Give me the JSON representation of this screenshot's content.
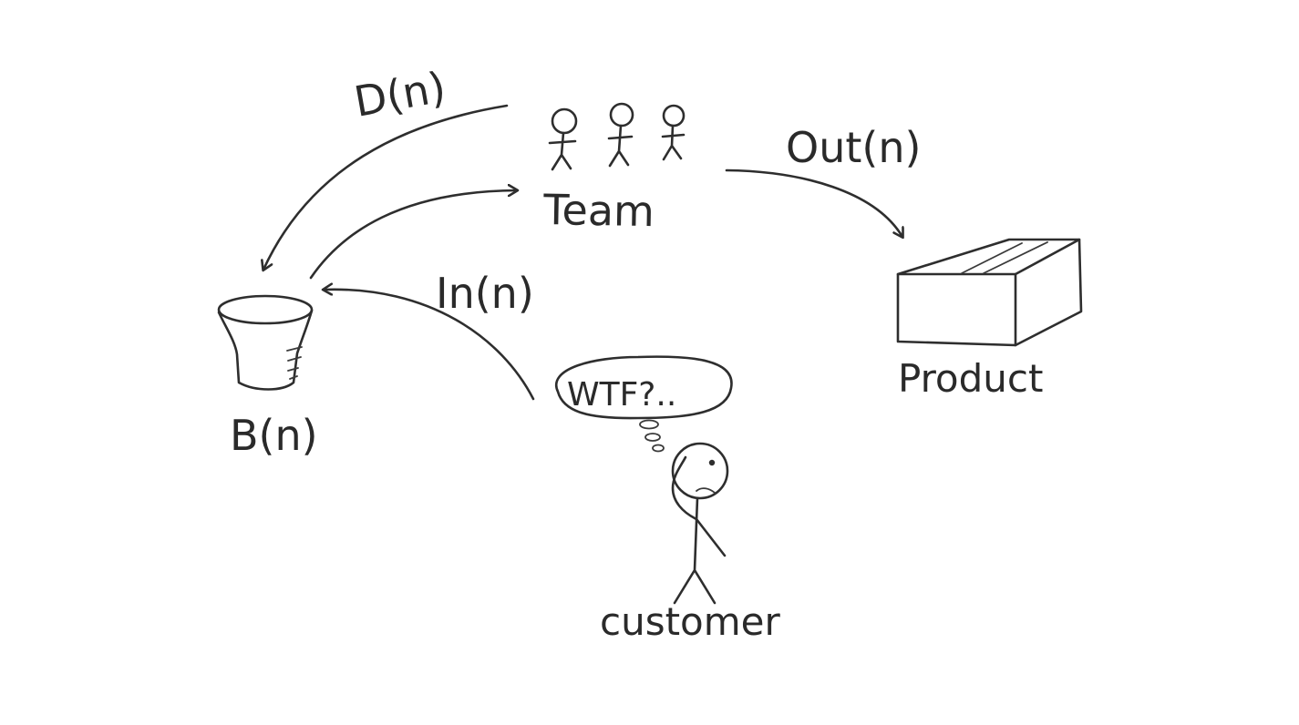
{
  "nodes": {
    "team": {
      "label": "Team"
    },
    "backlog": {
      "label": "B(n)"
    },
    "product": {
      "label": "Product"
    },
    "customer": {
      "label": "customer"
    }
  },
  "edges": {
    "done_to_backlog": {
      "label": "D(n)"
    },
    "team_to_product": {
      "label": "Out(n)"
    },
    "customer_to_backlog": {
      "label": "In(n)"
    }
  },
  "thought_bubble": {
    "text": "WTF?.."
  },
  "ink_color": "#2e2e2e"
}
